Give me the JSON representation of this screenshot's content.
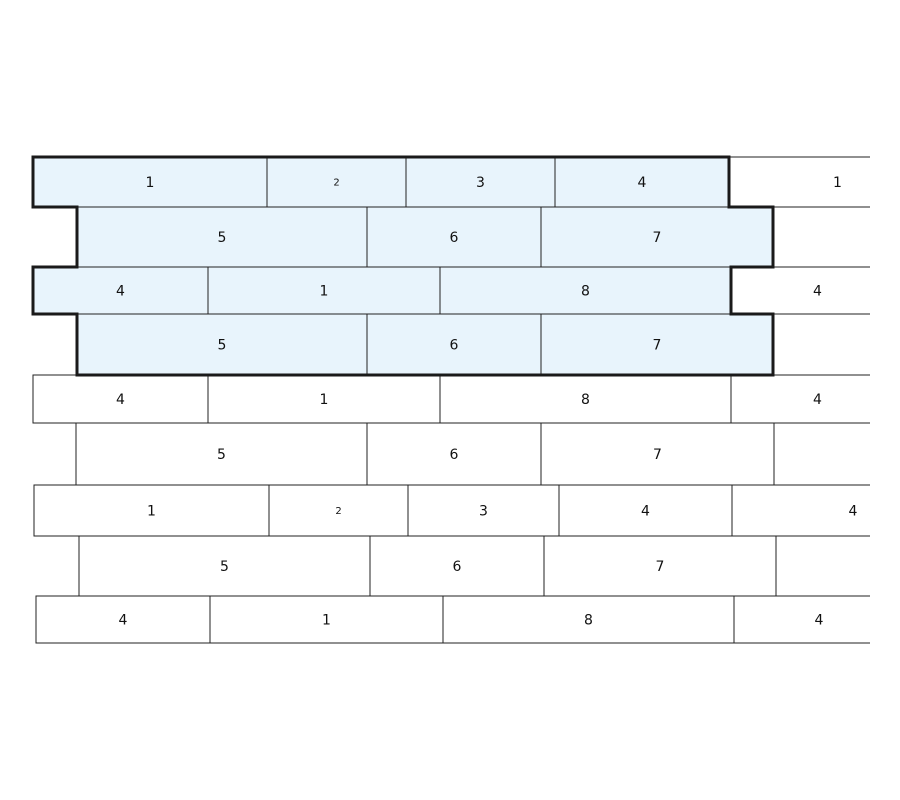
{
  "colors": {
    "highlight_fill": "#e8f4fc",
    "plain_fill": "#ffffff",
    "stroke": "#222222",
    "outline_stroke": "#1a1a1a"
  },
  "rows": [
    {
      "highlighted": true,
      "tiles": [
        "1",
        "2",
        "3",
        "4",
        "1"
      ]
    },
    {
      "highlighted": true,
      "tiles": [
        "5",
        "6",
        "7"
      ]
    },
    {
      "highlighted": true,
      "tiles": [
        "4",
        "1",
        "8",
        "4"
      ]
    },
    {
      "highlighted": true,
      "tiles": [
        "5",
        "6",
        "7"
      ]
    },
    {
      "highlighted": false,
      "tiles": [
        "4",
        "1",
        "8",
        "4"
      ]
    },
    {
      "highlighted": false,
      "tiles": [
        "5",
        "6",
        "7"
      ]
    },
    {
      "highlighted": false,
      "tiles": [
        "1",
        "2",
        "3",
        "4",
        "4"
      ]
    },
    {
      "highlighted": false,
      "tiles": [
        "5",
        "6",
        "7"
      ]
    },
    {
      "highlighted": false,
      "tiles": [
        "4",
        "1",
        "8",
        "4"
      ]
    }
  ]
}
